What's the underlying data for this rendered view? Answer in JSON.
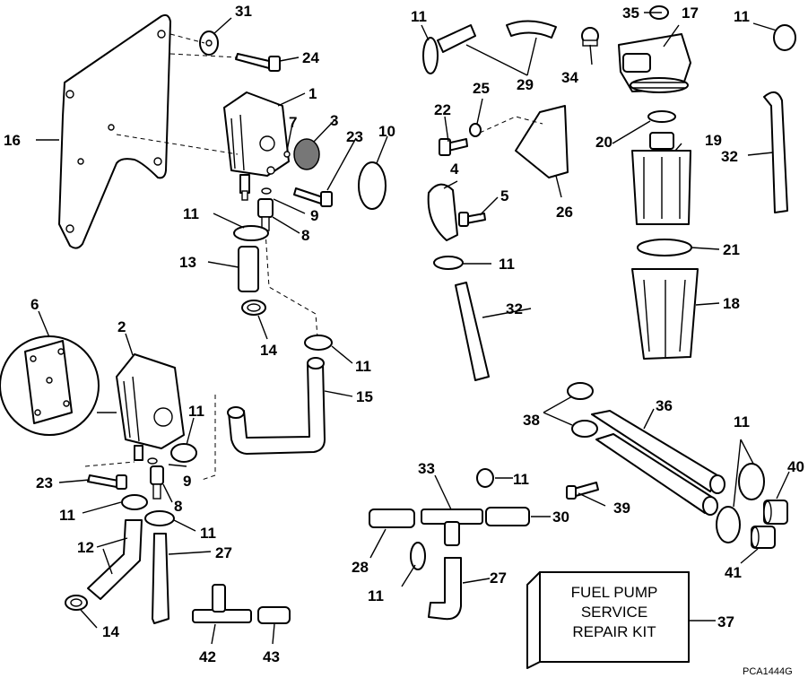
{
  "callouts": {
    "n1": "1",
    "n2": "2",
    "n3": "3",
    "n4": "4",
    "n5": "5",
    "n6": "6",
    "n7": "7",
    "n8": "8",
    "n9": "9",
    "n10": "10",
    "n12": "12",
    "n13": "13",
    "n14": "14",
    "n15": "15",
    "n16": "16",
    "n17": "17",
    "n18": "18",
    "n19": "19",
    "n20": "20",
    "n21": "21",
    "n22": "22",
    "n23": "23",
    "n24": "24",
    "n25": "25",
    "n26": "26",
    "n27": "27",
    "n28": "28",
    "n29": "29",
    "n30": "30",
    "n31": "31",
    "n32": "32",
    "n33": "33",
    "n34": "34",
    "n35": "35",
    "n36": "36",
    "n37": "37",
    "n38": "38",
    "n39": "39",
    "n40": "40",
    "n41": "41",
    "n42": "42",
    "n43": "43",
    "n11": "11"
  },
  "kit_label": {
    "line1": "FUEL PUMP",
    "line2": "SERVICE",
    "line3": "REPAIR KIT"
  },
  "drawing_code": "PCA1444G"
}
